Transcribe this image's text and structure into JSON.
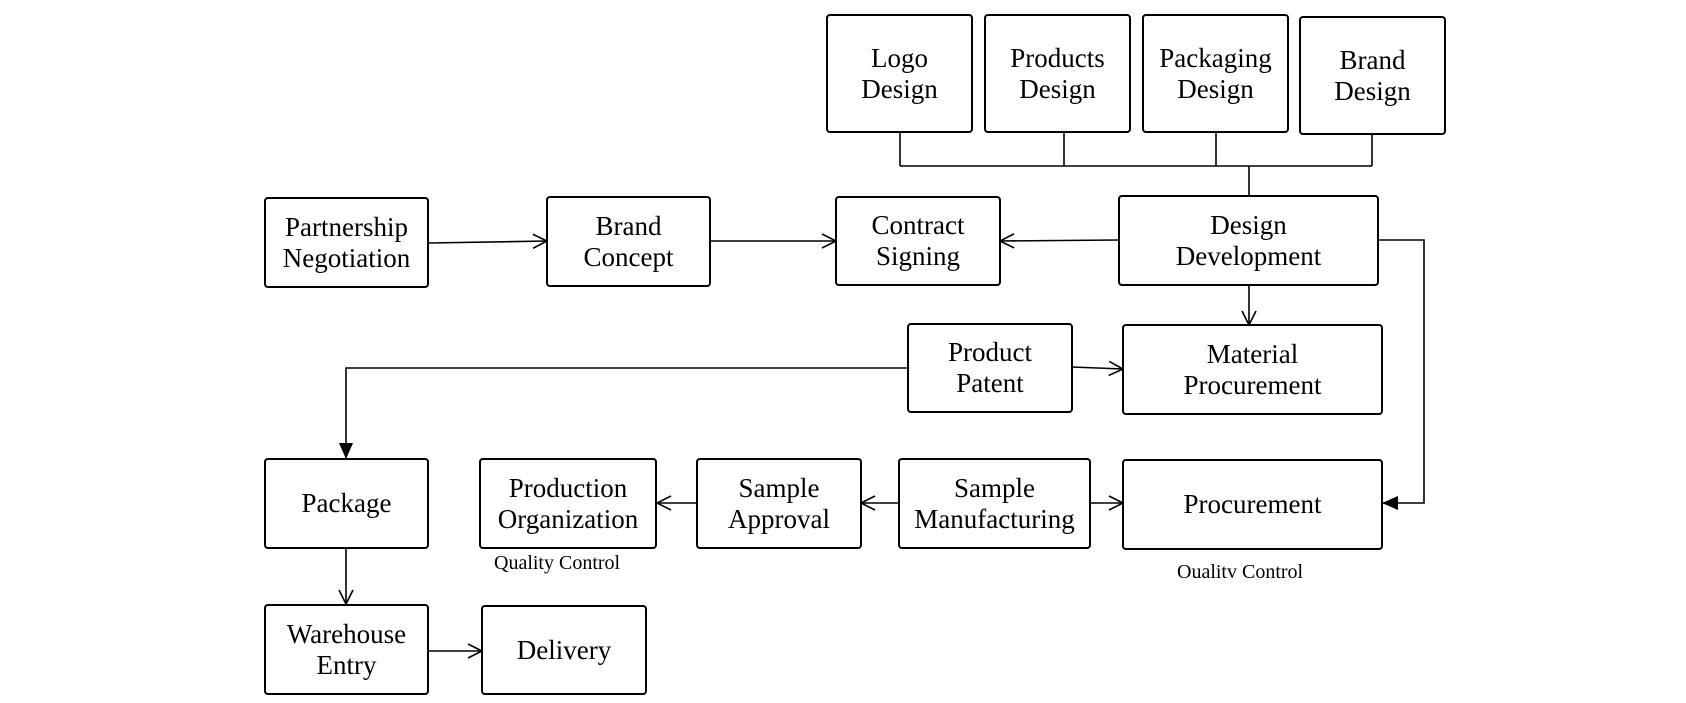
{
  "diagram": {
    "nodes": {
      "logo_design": "Logo\nDesign",
      "products_design": "Products\nDesign",
      "packaging_design": "Packaging\nDesign",
      "brand_design": "Brand\nDesign",
      "partnership_negotiation": "Partnership\nNegotiation",
      "brand_concept": "Brand\nConcept",
      "contract_signing": "Contract\nSigning",
      "design_development": "Design\nDevelopment",
      "product_patent": "Product\nPatent",
      "material_procurement": "Material\nProcurement",
      "package": "Package",
      "production_organization": "Production\nOrganization",
      "sample_approval": "Sample\nApproval",
      "sample_manufacturing": "Sample\nManufacturing",
      "procurement": "Procurement",
      "warehouse_entry": "Warehouse\nEntry",
      "delivery": "Delivery"
    },
    "notes": {
      "quality_control_production": "Quality Control",
      "quality_control_procurement": "Oualitv Control"
    },
    "edges": [
      {
        "from": "logo_design",
        "to": "design_development",
        "arrow": "none"
      },
      {
        "from": "products_design",
        "to": "design_development",
        "arrow": "none"
      },
      {
        "from": "packaging_design",
        "to": "design_development",
        "arrow": "none"
      },
      {
        "from": "brand_design",
        "to": "design_development",
        "arrow": "none"
      },
      {
        "from": "partnership_negotiation",
        "to": "brand_concept",
        "arrow": "open"
      },
      {
        "from": "brand_concept",
        "to": "contract_signing",
        "arrow": "open"
      },
      {
        "from": "design_development",
        "to": "contract_signing",
        "arrow": "open"
      },
      {
        "from": "design_development",
        "to": "material_procurement",
        "arrow": "open"
      },
      {
        "from": "design_development",
        "to": "procurement",
        "arrow": "filled"
      },
      {
        "from": "product_patent",
        "to": "material_procurement",
        "arrow": "open"
      },
      {
        "from": "product_patent",
        "to": "package",
        "arrow": "filled"
      },
      {
        "from": "sample_manufacturing",
        "to": "sample_approval",
        "arrow": "open"
      },
      {
        "from": "sample_manufacturing",
        "to": "procurement",
        "arrow": "open"
      },
      {
        "from": "sample_approval",
        "to": "production_organization",
        "arrow": "open"
      },
      {
        "from": "package",
        "to": "warehouse_entry",
        "arrow": "open"
      },
      {
        "from": "warehouse_entry",
        "to": "delivery",
        "arrow": "open"
      }
    ]
  }
}
